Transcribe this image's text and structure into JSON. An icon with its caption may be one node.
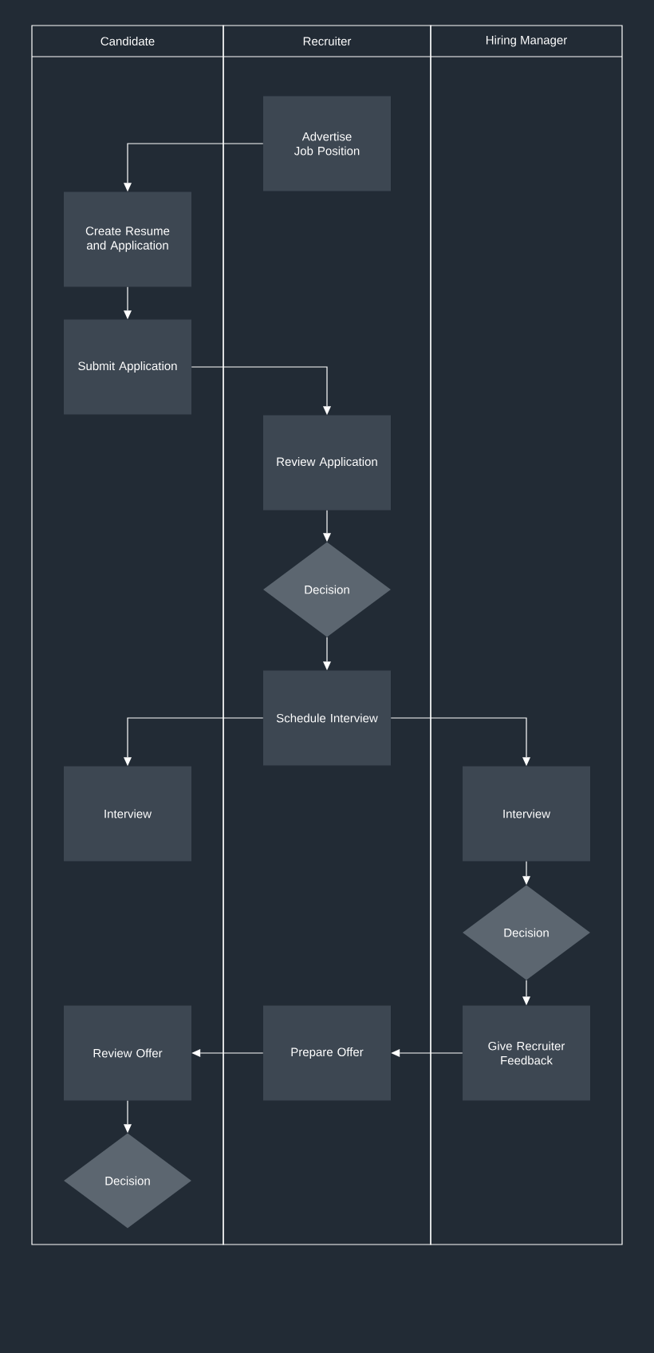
{
  "diagram": {
    "nodes": [
      {
        "text": [
          "Candidate"
        ]
      },
      {
        "text": [
          "Recruiter"
        ]
      },
      {
        "text": [
          "Hiring Manager"
        ]
      },
      {
        "text": [
          "Advertise Job Position"
        ],
        "in": 1
      },
      {
        "text": [
          "Create Resume and Application"
        ],
        "in": 0
      },
      {
        "text": [
          "Submit Application"
        ],
        "in": 0
      },
      {
        "text": [
          "Review Application"
        ],
        "in": 1
      },
      {
        "text": [
          "Decision"
        ],
        "in": 1
      },
      {
        "text": [
          "Schedule Interview"
        ],
        "in": 1
      },
      {
        "text": [
          "Interview"
        ],
        "in": 0
      },
      {
        "text": [
          "Interview"
        ],
        "in": 2
      },
      {
        "text": [
          "Decision"
        ],
        "in": 2
      },
      {
        "text": [
          "Give Recruiter Feedback"
        ],
        "in": 2
      },
      {
        "text": [
          "Prepare Offer"
        ],
        "in": 1
      },
      {
        "text": [
          "Review Offer"
        ],
        "in": 0
      },
      {
        "text": [
          "Decision"
        ],
        "in": 0
      }
    ],
    "edges": [
      {
        "from": 3,
        "to": 4,
        "arrow": "to"
      },
      {
        "from": 4,
        "to": 5,
        "arrow": "to"
      },
      {
        "from": 5,
        "to": 6,
        "arrow": "to"
      },
      {
        "from": 6,
        "to": 7,
        "arrow": "to"
      },
      {
        "from": 7,
        "to": 8,
        "arrow": "to"
      },
      {
        "from": 8,
        "to": 9,
        "arrow": "to"
      },
      {
        "from": 8,
        "to": 10,
        "arrow": "to"
      },
      {
        "from": 10,
        "to": 11,
        "arrow": "to"
      },
      {
        "from": 11,
        "to": 12,
        "arrow": "to"
      },
      {
        "from": 12,
        "to": 13,
        "arrow": "to"
      },
      {
        "from": 13,
        "to": 14,
        "arrow": "to"
      },
      {
        "from": 14,
        "to": 15,
        "arrow": "to"
      }
    ]
  }
}
